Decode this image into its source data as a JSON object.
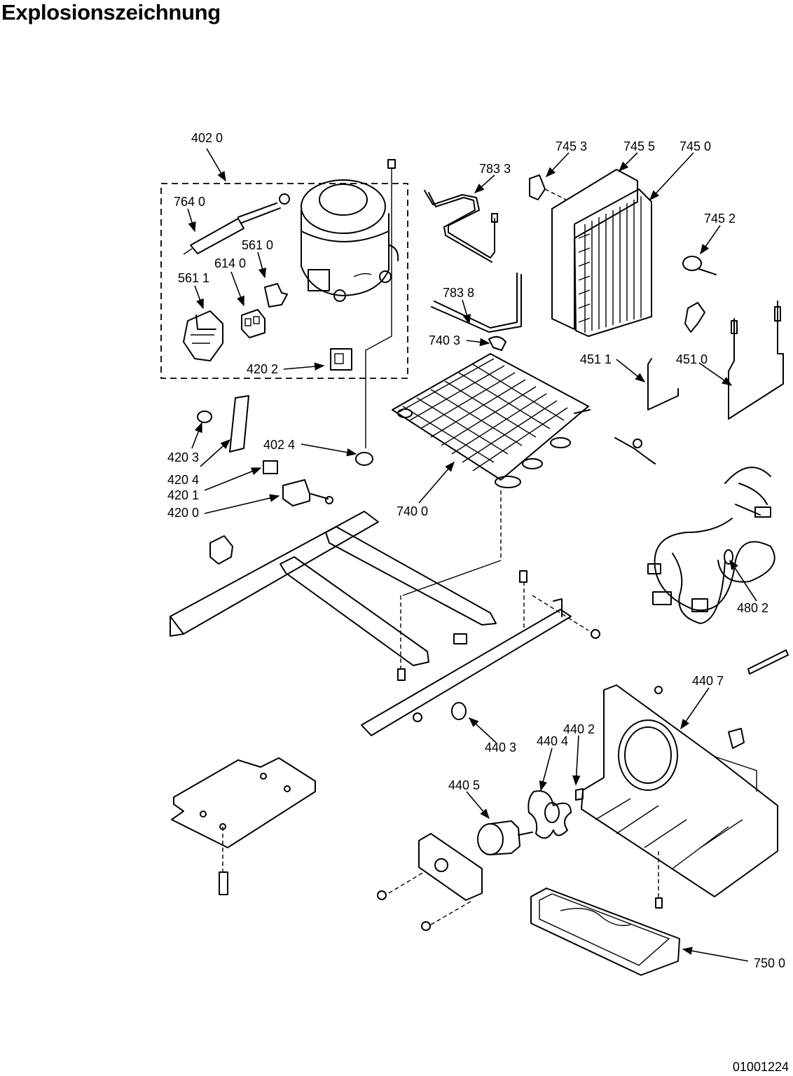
{
  "page": {
    "title": "Explosionszeichnung",
    "document_number": "01001224"
  },
  "parts": [
    {
      "id": "p4020",
      "label": "402 0"
    },
    {
      "id": "p7640",
      "label": "764 0"
    },
    {
      "id": "p5610",
      "label": "561 0"
    },
    {
      "id": "p6140",
      "label": "614 0"
    },
    {
      "id": "p5611",
      "label": "561 1"
    },
    {
      "id": "p4202",
      "label": "420 2"
    },
    {
      "id": "p7833",
      "label": "783 3"
    },
    {
      "id": "p7838",
      "label": "783 8"
    },
    {
      "id": "p7403",
      "label": "740 3"
    },
    {
      "id": "p7453",
      "label": "745 3"
    },
    {
      "id": "p7455",
      "label": "745 5"
    },
    {
      "id": "p7450",
      "label": "745 0"
    },
    {
      "id": "p7452",
      "label": "745 2"
    },
    {
      "id": "p4511",
      "label": "451 1"
    },
    {
      "id": "p4510",
      "label": "451 0"
    },
    {
      "id": "p4203",
      "label": "420 3"
    },
    {
      "id": "p4204",
      "label": "420 4"
    },
    {
      "id": "p4201",
      "label": "420 1"
    },
    {
      "id": "p4200",
      "label": "420 0"
    },
    {
      "id": "p4024",
      "label": "402 4"
    },
    {
      "id": "p7400",
      "label": "740 0"
    },
    {
      "id": "p4802",
      "label": "480 2"
    },
    {
      "id": "p4407",
      "label": "440 7"
    },
    {
      "id": "p4402",
      "label": "440 2"
    },
    {
      "id": "p4404",
      "label": "440 4"
    },
    {
      "id": "p4403",
      "label": "440 3"
    },
    {
      "id": "p4405",
      "label": "440 5"
    },
    {
      "id": "p7500",
      "label": "750 0"
    }
  ]
}
